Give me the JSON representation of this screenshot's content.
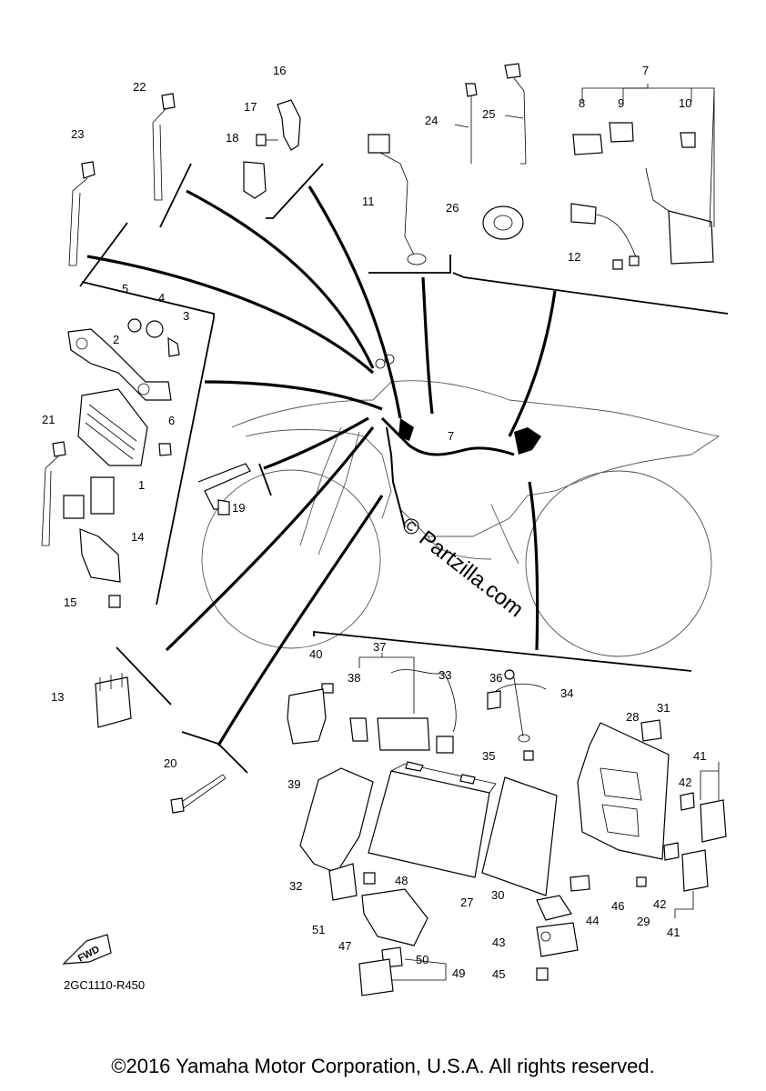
{
  "diagram_code": "2GC1110-R450",
  "fwd_label": "FWD",
  "watermark": "© Partzilla.com",
  "copyright": "©2016 Yamaha Motor Corporation, U.S.A. All rights reserved.",
  "callouts": [
    "1",
    "2",
    "3",
    "4",
    "5",
    "6",
    "7",
    "8",
    "9",
    "10",
    "11",
    "12",
    "13",
    "14",
    "15",
    "16",
    "17",
    "18",
    "19",
    "20",
    "21",
    "22",
    "23",
    "24",
    "25",
    "26",
    "27",
    "28",
    "29",
    "30",
    "31",
    "32",
    "33",
    "34",
    "35",
    "36",
    "37",
    "38",
    "39",
    "40",
    "41",
    "42",
    "43",
    "44",
    "45",
    "46",
    "47",
    "48",
    "49",
    "50",
    "51"
  ],
  "callout_7_center": "7",
  "callout_41_lower": "41",
  "callout_42_lower": "42"
}
